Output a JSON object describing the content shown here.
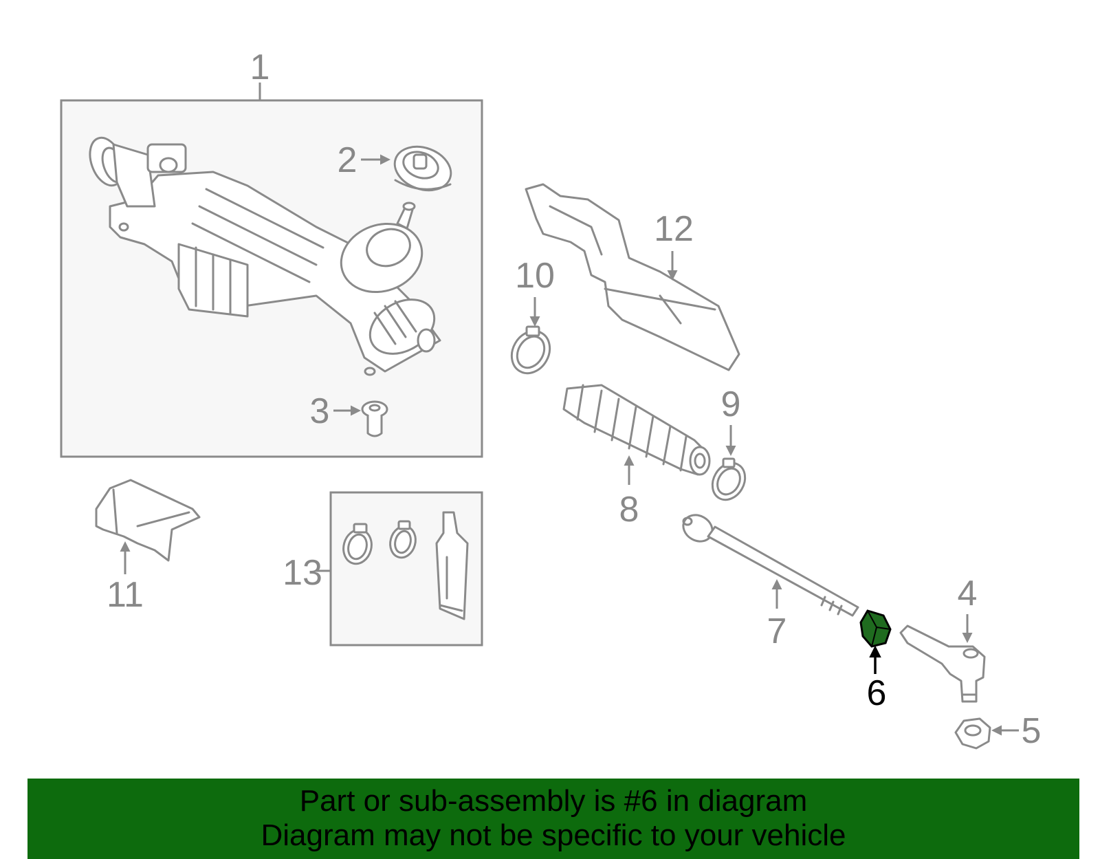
{
  "callouts": {
    "c1": "1",
    "c2": "2",
    "c3": "3",
    "c4": "4",
    "c5": "5",
    "c6": "6",
    "c7": "7",
    "c8": "8",
    "c9": "9",
    "c10": "10",
    "c11": "11",
    "c12": "12",
    "c13": "13"
  },
  "highlighted_part": "6",
  "colors": {
    "highlight_part": "#1f6b1f",
    "banner_background": "#0d6b0d",
    "line_art": "#8a8a8a",
    "group_box_fill": "#f7f7f7"
  },
  "banner": {
    "line1": "Part or sub-assembly is #6 in diagram",
    "line2": "Diagram may not be specific to your vehicle"
  }
}
